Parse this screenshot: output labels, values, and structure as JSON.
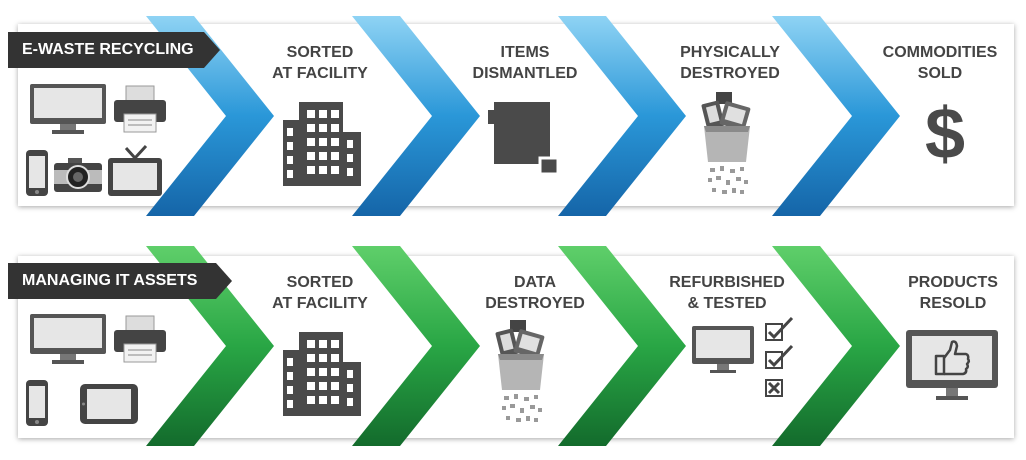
{
  "rows": [
    {
      "label": "E-WASTE RECYCLING",
      "color_light": "#8fd3f4",
      "color_mid": "#2a97d8",
      "color_dark": "#1565a8",
      "stages": [
        {
          "line1": "SORTED",
          "line2": "AT FACILITY"
        },
        {
          "line1": "ITEMS",
          "line2": "DISMANTLED"
        },
        {
          "line1": "PHYSICALLY",
          "line2": "DESTROYED"
        },
        {
          "line1": "COMMODITIES",
          "line2": "SOLD"
        }
      ],
      "icons": [
        "desktop-monitor-icon",
        "printer-icon",
        "phone-icon",
        "camera-icon",
        "television-icon",
        "office-building-icon",
        "dismantled-squares-icon",
        "shredder-icon",
        "dollar-sign-icon"
      ]
    },
    {
      "label": "MANAGING IT ASSETS",
      "color_light": "#5fcf6a",
      "color_mid": "#29a645",
      "color_dark": "#136b2c",
      "stages": [
        {
          "line1": "SORTED",
          "line2": "AT FACILITY"
        },
        {
          "line1": "DATA",
          "line2": "DESTROYED"
        },
        {
          "line1": "REFURBISHED",
          "line2": "& TESTED"
        },
        {
          "line1": "PRODUCTS",
          "line2": "RESOLD"
        }
      ],
      "icons": [
        "desktop-monitor-icon",
        "printer-icon",
        "phone-icon",
        "tablet-icon",
        "office-building-icon",
        "shredder-icon",
        "monitor-checklist-icon",
        "thumbs-up-monitor-icon"
      ]
    }
  ],
  "dollar_symbol": "$",
  "colors": {
    "label_bg": "#333333",
    "icon_gray": "#4a4a4a",
    "title_text": "#444444"
  }
}
